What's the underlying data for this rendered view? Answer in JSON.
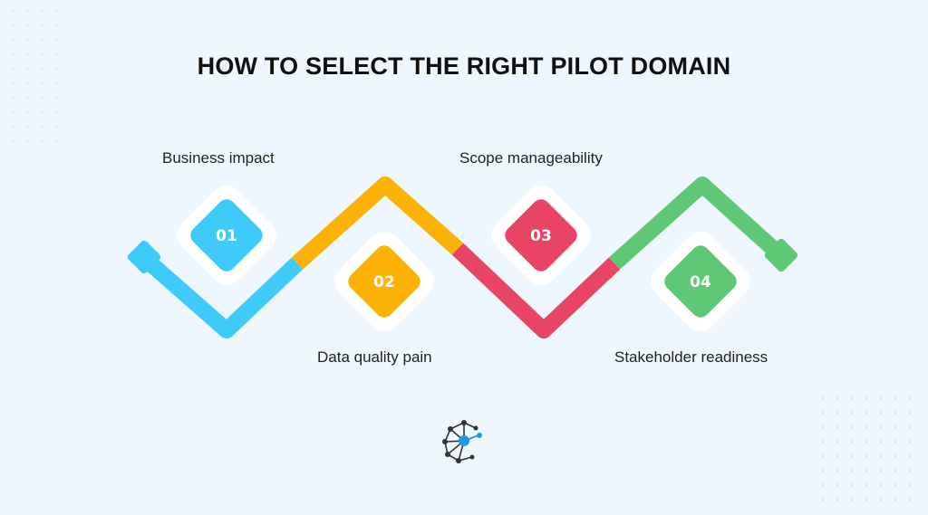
{
  "title": "HOW TO SELECT THE RIGHT PILOT DOMAIN",
  "steps": [
    {
      "number": "01",
      "label": "Business impact",
      "color": "#3ecbfa"
    },
    {
      "number": "02",
      "label": "Data quality pain",
      "color": "#fbb105"
    },
    {
      "number": "03",
      "label": "Scope manageability",
      "color": "#e84466"
    },
    {
      "number": "04",
      "label": "Stakeholder readiness",
      "color": "#5fc877"
    }
  ],
  "logo": {
    "name": "brand-logo-icon",
    "colors": [
      "#333333",
      "#1e9bd8"
    ]
  }
}
